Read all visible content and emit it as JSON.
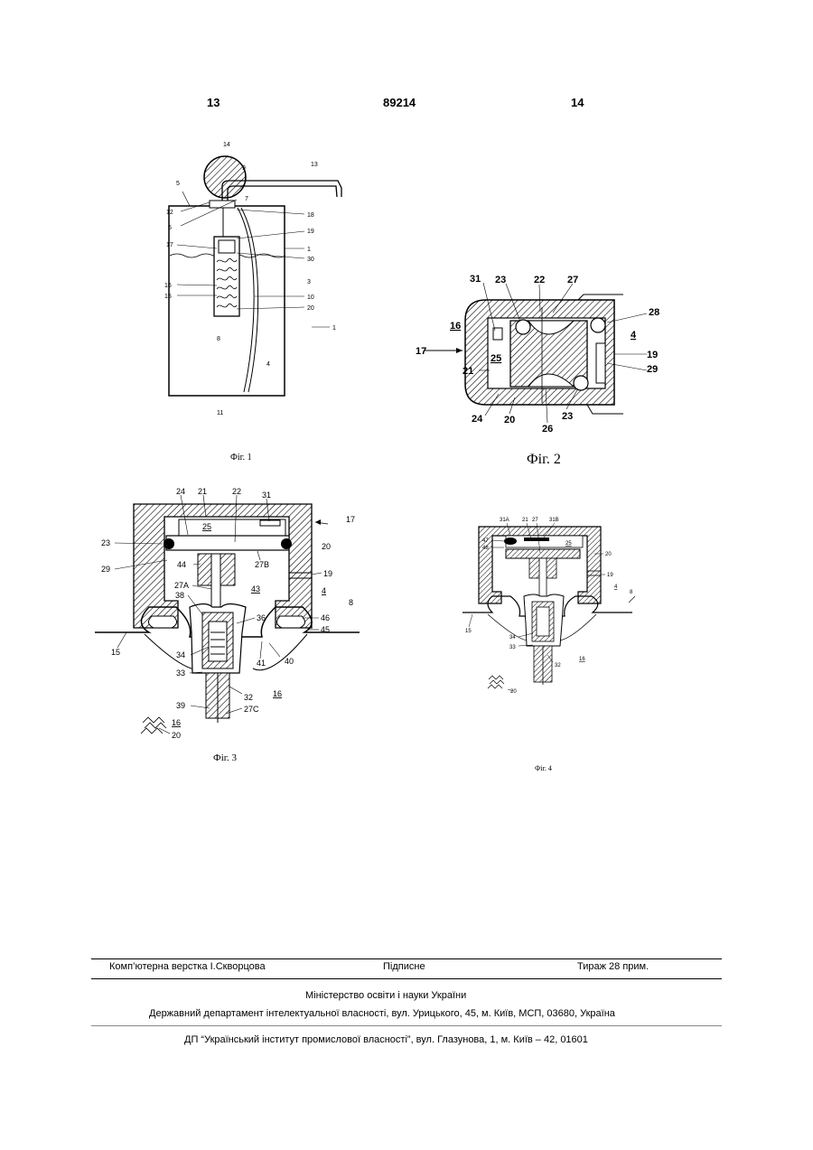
{
  "header": {
    "page_left": "13",
    "patent_number": "89214",
    "page_right": "14"
  },
  "figures": {
    "fig1": {
      "caption": "Фіг. 1",
      "labels": [
        "14",
        "9",
        "13",
        "5",
        "7",
        "12",
        "18",
        "6",
        "19",
        "17",
        "1",
        "30",
        "3",
        "16",
        "10",
        "15",
        "20",
        "8",
        "1",
        "4",
        "11"
      ]
    },
    "fig2": {
      "caption": "Фіг. 2",
      "labels": [
        "31",
        "23",
        "22",
        "27",
        "28",
        "16",
        "4",
        "17",
        "25",
        "19",
        "21",
        "29",
        "24",
        "20",
        "23",
        "26"
      ]
    },
    "fig3": {
      "caption": "Фіг. 3",
      "labels": [
        "24",
        "21",
        "22",
        "31",
        "17",
        "25",
        "23",
        "20",
        "27B",
        "29",
        "19",
        "44",
        "27A",
        "43",
        "4",
        "8",
        "38",
        "36",
        "46",
        "45",
        "15",
        "41",
        "40",
        "34",
        "33",
        "32",
        "16",
        "39",
        "27C",
        "16",
        "20"
      ]
    },
    "fig4": {
      "caption": "Фіг. 4",
      "labels": [
        "31A",
        "21",
        "27",
        "31B",
        "47",
        "25",
        "48",
        "20",
        "19",
        "4",
        "8",
        "15",
        "34",
        "33",
        "32",
        "16",
        "20"
      ]
    }
  },
  "footer": {
    "layout_credit": "Комп’ютерна верстка І.Скворцова",
    "signed": "Підписне",
    "circulation": "Тираж 28 прим.",
    "ministry": "Міністерство освіти і науки України",
    "department": "Державний департамент інтелектуальної власності, вул. Урицького, 45, м. Київ, МСП, 03680, Україна",
    "institute": "ДП “Український інститут промислової власності”, вул. Глазунова, 1, м. Київ – 42, 01601"
  }
}
